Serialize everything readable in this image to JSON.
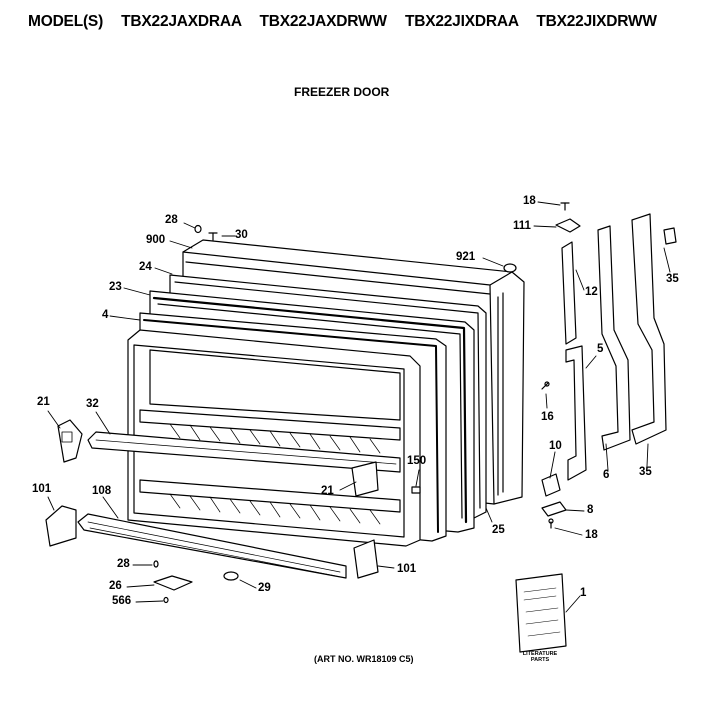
{
  "header": {
    "model_prefix": "MODEL(S)",
    "models": [
      "TBX22JAXDRAA",
      "TBX22JAXDRWW",
      "TBX22JIXDRAA",
      "TBX22JIXDRWW"
    ]
  },
  "diagram": {
    "title": "FREEZER DOOR",
    "art_number": "(ART NO. WR18109 C5)",
    "literature_label": "LITERATURE PARTS"
  },
  "callouts": [
    {
      "id": "c28a",
      "text": "28"
    },
    {
      "id": "c30",
      "text": "30"
    },
    {
      "id": "c900",
      "text": "900"
    },
    {
      "id": "c24",
      "text": "24"
    },
    {
      "id": "c23",
      "text": "23"
    },
    {
      "id": "c4",
      "text": "4"
    },
    {
      "id": "c21a",
      "text": "21"
    },
    {
      "id": "c32",
      "text": "32"
    },
    {
      "id": "c101a",
      "text": "101"
    },
    {
      "id": "c108",
      "text": "108"
    },
    {
      "id": "c28b",
      "text": "28"
    },
    {
      "id": "c26",
      "text": "26"
    },
    {
      "id": "c566",
      "text": "566"
    },
    {
      "id": "c29",
      "text": "29"
    },
    {
      "id": "c101b",
      "text": "101"
    },
    {
      "id": "c21b",
      "text": "21"
    },
    {
      "id": "c150",
      "text": "150"
    },
    {
      "id": "c25",
      "text": "25"
    },
    {
      "id": "c921",
      "text": "921"
    },
    {
      "id": "c18a",
      "text": "18"
    },
    {
      "id": "c111",
      "text": "111"
    },
    {
      "id": "c12",
      "text": "12"
    },
    {
      "id": "c35a",
      "text": "35"
    },
    {
      "id": "c5",
      "text": "5"
    },
    {
      "id": "c16",
      "text": "16"
    },
    {
      "id": "c10",
      "text": "10"
    },
    {
      "id": "c6",
      "text": "6"
    },
    {
      "id": "c35b",
      "text": "35"
    },
    {
      "id": "c8",
      "text": "8"
    },
    {
      "id": "c18b",
      "text": "18"
    },
    {
      "id": "c1",
      "text": "1"
    }
  ]
}
